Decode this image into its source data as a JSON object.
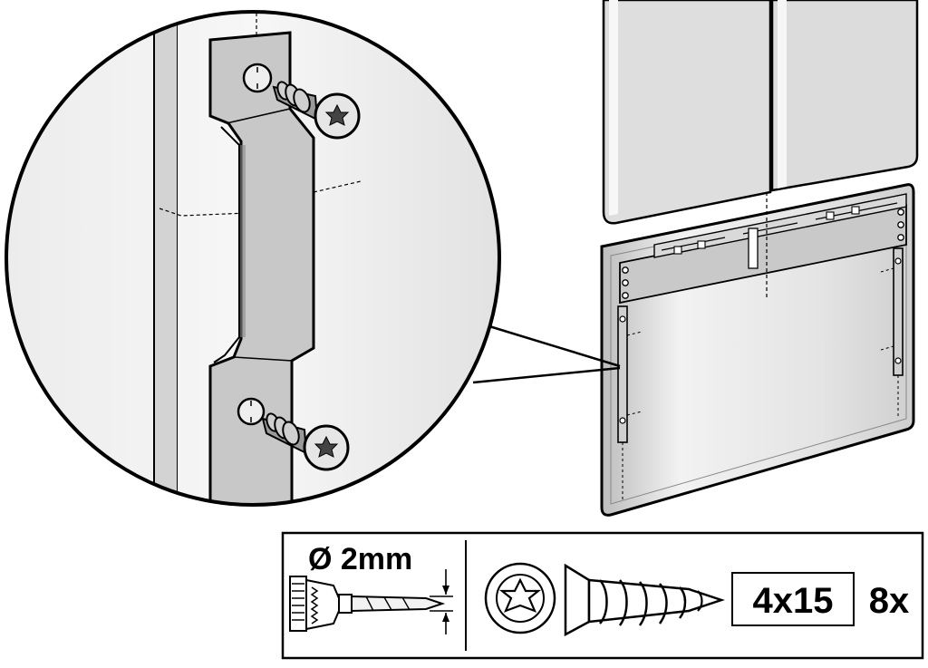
{
  "tools": {
    "drill": {
      "diameter_label": "Ø 2mm",
      "icon": "drill-bit-icon"
    },
    "screw": {
      "size_label": "4x15",
      "quantity_label": "8x",
      "icon": "countersunk-torx-screw-icon",
      "head_icon": "torx-head-icon"
    }
  },
  "colors": {
    "line": "#000000",
    "panel": "#e6e6e6",
    "bracket": "#c8c8c8"
  }
}
